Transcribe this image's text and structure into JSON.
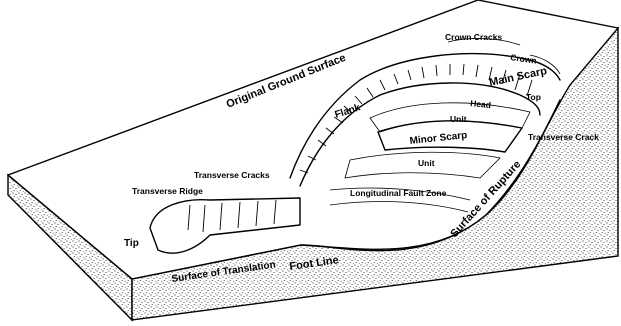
{
  "labels": {
    "original_ground_surface": "Original Ground Surface",
    "crown_cracks": "Crown Cracks",
    "crown": "Crown",
    "main_scarp": "Main Scarp",
    "top": "Top",
    "head": "Head",
    "flank": "Flank",
    "unit_upper": "Unit",
    "minor_scarp": "Minor Scarp",
    "unit_lower": "Unit",
    "transverse_crack": "Transverse Crack",
    "longitudinal_fault_zone": "Longitudinal Fault Zone",
    "transverse_cracks": "Transverse Cracks",
    "transverse_ridge": "Transverse Ridge",
    "tip": "Tip",
    "surface_of_translation": "Surface of Translation",
    "foot_line": "Foot Line",
    "surface_of_rupture": "Surface of Rupture"
  },
  "colors": {
    "line": "#000000",
    "background": "#ffffff",
    "stipple": "#000000"
  }
}
